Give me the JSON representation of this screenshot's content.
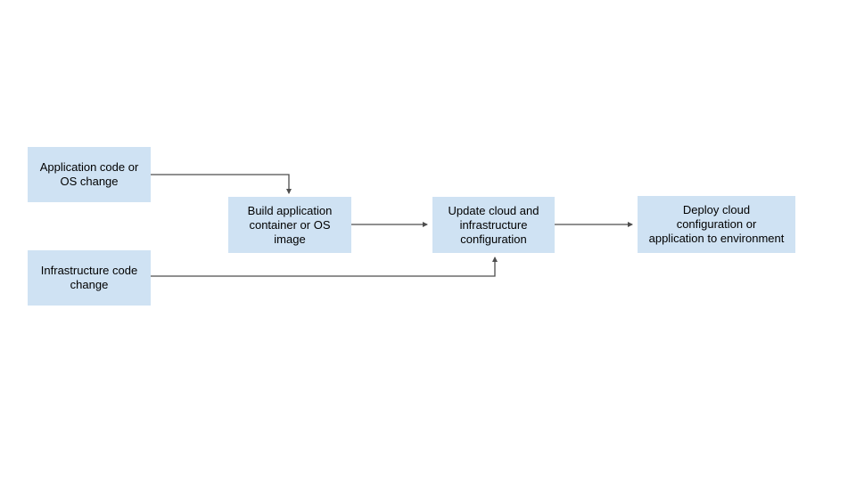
{
  "diagram": {
    "title": "Cloud build and deploy flowchart",
    "colors": {
      "canvas_bg": "#ffffff",
      "node_fill": "#cfe2f3",
      "line_color": "#4d4d4d",
      "text_color": "#000000"
    },
    "nodes": {
      "app": {
        "id": "application-code-or-os-change",
        "label": "Application code or OS change",
        "lines": [
          "Application code or",
          "OS change"
        ]
      },
      "infra": {
        "id": "infrastructure-code-change",
        "label": "Infrastructure code change",
        "lines": [
          "Infrastructure code",
          "change"
        ]
      },
      "build": {
        "id": "build-application-container-or-os-image",
        "label": "Build application container or OS image",
        "lines": [
          "Build application",
          "container or OS",
          "image"
        ]
      },
      "update": {
        "id": "update-cloud-and-infrastructure-configuration",
        "label": "Update cloud and infrastructure configuration",
        "lines": [
          "Update cloud and",
          "infrastructure",
          "configuration"
        ]
      },
      "deploy": {
        "id": "deploy-cloud-configuration-or-application-to-environment",
        "label": "Deploy cloud configuration or application to environment",
        "lines": [
          "Deploy cloud",
          "configuration or",
          "application to environment"
        ]
      }
    },
    "edges": [
      {
        "from": "application-code-or-os-change",
        "to": "build-application-container-or-os-image"
      },
      {
        "from": "infrastructure-code-change",
        "to": "update-cloud-and-infrastructure-configuration"
      },
      {
        "from": "build-application-container-or-os-image",
        "to": "update-cloud-and-infrastructure-configuration"
      },
      {
        "from": "update-cloud-and-infrastructure-configuration",
        "to": "deploy-cloud-configuration-or-application-to-environment"
      }
    ]
  }
}
